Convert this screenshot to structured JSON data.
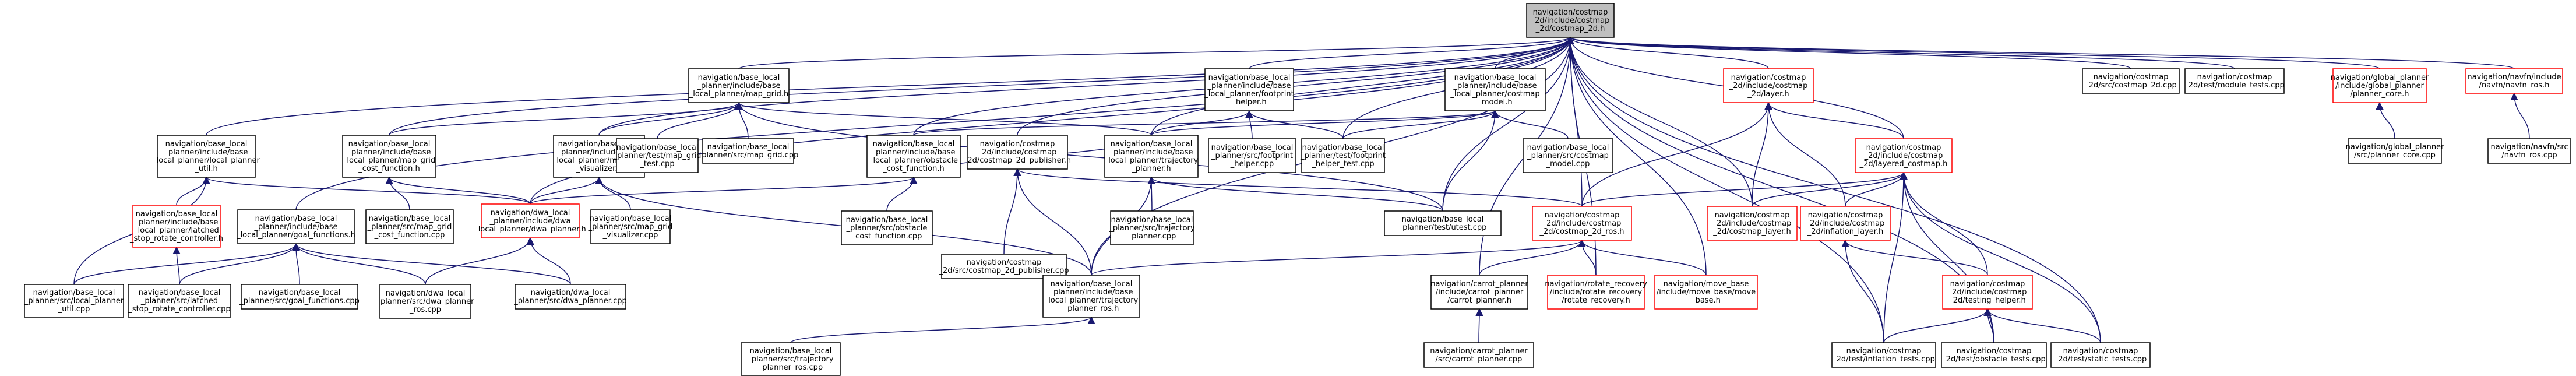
{
  "colors": {
    "node_fill": "#ffffff",
    "node_border_black": "#000000",
    "node_border_red": "#ff0000",
    "root_fill": "#bfbfbf",
    "edge": "#191970"
  },
  "nodes": [
    {
      "id": "root",
      "lines": [
        "navigation/costmap",
        "_2d/include/costmap",
        "_2d/costmap_2d.h"
      ],
      "style": "root"
    },
    {
      "id": "blp_util",
      "lines": [
        "navigation/base_local",
        "_planner/include/base",
        "_local_planner/local_planner",
        "_util.h"
      ],
      "style": "black"
    },
    {
      "id": "latched",
      "lines": [
        "navigation/base_local",
        "_planner/include/base",
        "_local_planner/latched",
        "_stop_rotate_controller.h"
      ],
      "style": "red"
    },
    {
      "id": "lp_util_cpp",
      "lines": [
        "navigation/base_local",
        "_planner/src/local_planner",
        "_util.cpp"
      ],
      "style": "black"
    },
    {
      "id": "latched_cpp",
      "lines": [
        "navigation/base_local",
        "_planner/src/latched",
        "_stop_rotate_controller.cpp"
      ],
      "style": "black"
    },
    {
      "id": "goal_h",
      "lines": [
        "navigation/base_local",
        "_planner/include/base",
        "_local_planner/goal_functions.h"
      ],
      "style": "black"
    },
    {
      "id": "goal_cpp",
      "lines": [
        "navigation/base_local",
        "_planner/src/goal_functions.cpp"
      ],
      "style": "black"
    },
    {
      "id": "mapgrid_h",
      "lines": [
        "navigation/base_local",
        "_planner/include/base",
        "_local_planner/map_grid.h"
      ],
      "style": "black"
    },
    {
      "id": "mapgridcost_h",
      "lines": [
        "navigation/base_local",
        "_planner/include/base",
        "_local_planner/map_grid",
        "_cost_function.h"
      ],
      "style": "black"
    },
    {
      "id": "mapgridcost_cpp",
      "lines": [
        "navigation/base_local",
        "_planner/src/map_grid",
        "_cost_function.cpp"
      ],
      "style": "black"
    },
    {
      "id": "mapgridvis_h",
      "lines": [
        "navigation/base_local",
        "_planner/include/base",
        "_local_planner/map_grid",
        "_visualizer.h"
      ],
      "style": "black"
    },
    {
      "id": "dwa_h",
      "lines": [
        "navigation/dwa_local",
        "_planner/include/dwa",
        "_local_planner/dwa_planner.h"
      ],
      "style": "red"
    },
    {
      "id": "dwa_ros_cpp",
      "lines": [
        "navigation/dwa_local",
        "_planner/src/dwa_planner",
        "_ros.cpp"
      ],
      "style": "black"
    },
    {
      "id": "dwa_cpp",
      "lines": [
        "navigation/dwa_local",
        "_planner/src/dwa_planner.cpp"
      ],
      "style": "black"
    },
    {
      "id": "mg_test",
      "lines": [
        "navigation/base_local",
        "_planner/test/map_grid",
        "_test.cpp"
      ],
      "style": "black"
    },
    {
      "id": "mg_cpp",
      "lines": [
        "navigation/base_local",
        "_planner/src/map_grid.cpp"
      ],
      "style": "black"
    },
    {
      "id": "mgv_cpp",
      "lines": [
        "navigation/base_local",
        "_planner/src/map_grid",
        "_visualizer.cpp"
      ],
      "style": "black"
    },
    {
      "id": "fp_h",
      "lines": [
        "navigation/base_local",
        "_planner/include/base",
        "_local_planner/footprint",
        "_helper.h"
      ],
      "style": "black"
    },
    {
      "id": "obst_h",
      "lines": [
        "navigation/base_local",
        "_planner/include/base",
        "_local_planner/obstacle",
        "_cost_function.h"
      ],
      "style": "black"
    },
    {
      "id": "obst_cpp",
      "lines": [
        "navigation/base_local",
        "_planner/src/obstacle",
        "_cost_function.cpp"
      ],
      "style": "black"
    },
    {
      "id": "pub_h",
      "lines": [
        "navigation/costmap",
        "_2d/include/costmap",
        "_2d/costmap_2d_publisher.h"
      ],
      "style": "black"
    },
    {
      "id": "pub_cpp",
      "lines": [
        "navigation/costmap",
        "_2d/src/costmap_2d_publisher.cpp"
      ],
      "style": "black"
    },
    {
      "id": "tp_h",
      "lines": [
        "navigation/base_local",
        "_planner/include/base",
        "_local_planner/trajectory",
        "_planner.h"
      ],
      "style": "black"
    },
    {
      "id": "tp_cpp",
      "lines": [
        "navigation/base_local",
        "_planner/src/trajectory",
        "_planner.cpp"
      ],
      "style": "black"
    },
    {
      "id": "tpros_h",
      "lines": [
        "navigation/base_local",
        "_planner/include/base",
        "_local_planner/trajectory",
        "_planner_ros.h"
      ],
      "style": "black"
    },
    {
      "id": "tpros_cpp",
      "lines": [
        "navigation/base_local",
        "_planner/src/trajectory",
        "_planner_ros.cpp"
      ],
      "style": "black"
    },
    {
      "id": "fp_cpp",
      "lines": [
        "navigation/base_local",
        "_planner/src/footprint",
        "_helper.cpp"
      ],
      "style": "black"
    },
    {
      "id": "fp_test",
      "lines": [
        "navigation/base_local",
        "_planner/test/footprint",
        "_helper_test.cpp"
      ],
      "style": "black"
    },
    {
      "id": "cm_model_h",
      "lines": [
        "navigation/base_local",
        "_planner/include/base",
        "_local_planner/costmap",
        "_model.h"
      ],
      "style": "black"
    },
    {
      "id": "cm_model_cpp",
      "lines": [
        "navigation/base_local",
        "_planner/src/costmap",
        "_model.cpp"
      ],
      "style": "black"
    },
    {
      "id": "utest",
      "lines": [
        "navigation/base_local",
        "_planner/test/utest.cpp"
      ],
      "style": "black"
    },
    {
      "id": "layer_h",
      "lines": [
        "navigation/costmap",
        "_2d/include/costmap",
        "_2d/layer.h"
      ],
      "style": "red"
    },
    {
      "id": "lcm_h",
      "lines": [
        "navigation/costmap",
        "_2d/include/costmap",
        "_2d/layered_costmap.h"
      ],
      "style": "red"
    },
    {
      "id": "cmros_h",
      "lines": [
        "navigation/costmap",
        "_2d/include/costmap",
        "_2d/costmap_2d_ros.h"
      ],
      "style": "red"
    },
    {
      "id": "cmlayer_h",
      "lines": [
        "navigation/costmap",
        "_2d/include/costmap",
        "_2d/costmap_layer.h"
      ],
      "style": "red"
    },
    {
      "id": "infl_h",
      "lines": [
        "navigation/costmap",
        "_2d/include/costmap",
        "_2d/inflation_layer.h"
      ],
      "style": "red"
    },
    {
      "id": "testhelp_h",
      "lines": [
        "navigation/costmap",
        "_2d/include/costmap",
        "_2d/testing_helper.h"
      ],
      "style": "red"
    },
    {
      "id": "carrot_h",
      "lines": [
        "navigation/carrot_planner",
        "/include/carrot_planner",
        "/carrot_planner.h"
      ],
      "style": "black"
    },
    {
      "id": "carrot_cpp",
      "lines": [
        "navigation/carrot_planner",
        "/src/carrot_planner.cpp"
      ],
      "style": "black"
    },
    {
      "id": "rr_h",
      "lines": [
        "navigation/rotate_recovery",
        "/include/rotate_recovery",
        "/rotate_recovery.h"
      ],
      "style": "red"
    },
    {
      "id": "mb_h",
      "lines": [
        "navigation/move_base",
        "/include/move_base/move",
        "_base.h"
      ],
      "style": "red"
    },
    {
      "id": "infl_tests",
      "lines": [
        "navigation/costmap",
        "_2d/test/inflation_tests.cpp"
      ],
      "style": "black"
    },
    {
      "id": "obst_tests",
      "lines": [
        "navigation/costmap",
        "_2d/test/obstacle_tests.cpp"
      ],
      "style": "black"
    },
    {
      "id": "static_tests",
      "lines": [
        "navigation/costmap",
        "_2d/test/static_tests.cpp"
      ],
      "style": "black"
    },
    {
      "id": "cm2d_cpp",
      "lines": [
        "navigation/costmap",
        "_2d/src/costmap_2d.cpp"
      ],
      "style": "black"
    },
    {
      "id": "module_tests",
      "lines": [
        "navigation/costmap",
        "_2d/test/module_tests.cpp"
      ],
      "style": "black"
    },
    {
      "id": "gp_core_h",
      "lines": [
        "navigation/global_planner",
        "/include/global_planner",
        "/planner_core.h"
      ],
      "style": "red"
    },
    {
      "id": "gp_core_cpp",
      "lines": [
        "navigation/global_planner",
        "/src/planner_core.cpp"
      ],
      "style": "black"
    },
    {
      "id": "navfn_h",
      "lines": [
        "navigation/navfn/include",
        "/navfn/navfn_ros.h"
      ],
      "style": "red"
    },
    {
      "id": "navfn_cpp",
      "lines": [
        "navigation/navfn/src",
        "/navfn_ros.cpp"
      ],
      "style": "black"
    }
  ],
  "edges": [
    [
      "blp_util",
      "root"
    ],
    [
      "mapgrid_h",
      "root"
    ],
    [
      "obst_h",
      "root"
    ],
    [
      "pub_h",
      "root"
    ],
    [
      "tp_h",
      "root"
    ],
    [
      "fp_h",
      "root"
    ],
    [
      "cm_model_h",
      "root"
    ],
    [
      "cmros_h",
      "root"
    ],
    [
      "layer_h",
      "root"
    ],
    [
      "lcm_h",
      "root"
    ],
    [
      "cm2d_cpp",
      "root"
    ],
    [
      "module_tests",
      "root"
    ],
    [
      "gp_core_h",
      "root"
    ],
    [
      "navfn_h",
      "root"
    ],
    [
      "goal_h",
      "root"
    ],
    [
      "mapgridcost_h",
      "root"
    ],
    [
      "mapgridvis_h",
      "root"
    ],
    [
      "dwa_h",
      "root"
    ],
    [
      "tpros_h",
      "root"
    ],
    [
      "utest",
      "root"
    ],
    [
      "carrot_h",
      "root"
    ],
    [
      "rr_h",
      "root"
    ],
    [
      "mb_h",
      "root"
    ],
    [
      "infl_tests",
      "root"
    ],
    [
      "obst_tests",
      "root"
    ],
    [
      "static_tests",
      "root"
    ],
    [
      "fp_test",
      "root"
    ],
    [
      "cmlayer_h",
      "root"
    ],
    [
      "latched",
      "blp_util"
    ],
    [
      "lp_util_cpp",
      "blp_util"
    ],
    [
      "dwa_h",
      "blp_util"
    ],
    [
      "latched_cpp",
      "latched"
    ],
    [
      "lp_util_cpp",
      "goal_h"
    ],
    [
      "latched_cpp",
      "goal_h"
    ],
    [
      "goal_cpp",
      "goal_h"
    ],
    [
      "dwa_ros_cpp",
      "goal_h"
    ],
    [
      "dwa_cpp",
      "goal_h"
    ],
    [
      "mapgridcost_h",
      "mapgrid_h"
    ],
    [
      "mapgridvis_h",
      "mapgrid_h"
    ],
    [
      "mg_test",
      "mapgrid_h"
    ],
    [
      "mg_cpp",
      "mapgrid_h"
    ],
    [
      "tp_h",
      "mapgrid_h"
    ],
    [
      "utest",
      "mapgrid_h"
    ],
    [
      "mapgridcost_cpp",
      "mapgridcost_h"
    ],
    [
      "dwa_h",
      "mapgridcost_h"
    ],
    [
      "dwa_h",
      "mapgridvis_h"
    ],
    [
      "mgv_cpp",
      "mapgridvis_h"
    ],
    [
      "tpros_h",
      "mapgridvis_h"
    ],
    [
      "dwa_ros_cpp",
      "dwa_h"
    ],
    [
      "dwa_cpp",
      "dwa_h"
    ],
    [
      "obst_cpp",
      "obst_h"
    ],
    [
      "dwa_h",
      "obst_h"
    ],
    [
      "tp_h",
      "obst_h"
    ],
    [
      "pub_cpp",
      "pub_h"
    ],
    [
      "tpros_h",
      "pub_h"
    ],
    [
      "cmros_h",
      "pub_h"
    ],
    [
      "tp_cpp",
      "tp_h"
    ],
    [
      "tpros_h",
      "tp_h"
    ],
    [
      "utest",
      "tp_h"
    ],
    [
      "tpros_cpp",
      "tpros_h"
    ],
    [
      "fp_cpp",
      "fp_h"
    ],
    [
      "fp_test",
      "fp_h"
    ],
    [
      "tp_h",
      "fp_h"
    ],
    [
      "cm_model_cpp",
      "cm_model_h"
    ],
    [
      "obst_h",
      "cm_model_h"
    ],
    [
      "tp_h",
      "cm_model_h"
    ],
    [
      "fp_test",
      "cm_model_h"
    ],
    [
      "utest",
      "cm_model_h"
    ],
    [
      "cmros_h",
      "layer_h"
    ],
    [
      "lcm_h",
      "layer_h"
    ],
    [
      "cmlayer_h",
      "layer_h"
    ],
    [
      "infl_h",
      "layer_h"
    ],
    [
      "cmros_h",
      "lcm_h"
    ],
    [
      "cmlayer_h",
      "lcm_h"
    ],
    [
      "infl_h",
      "lcm_h"
    ],
    [
      "testhelp_h",
      "lcm_h"
    ],
    [
      "infl_tests",
      "lcm_h"
    ],
    [
      "obst_tests",
      "lcm_h"
    ],
    [
      "static_tests",
      "lcm_h"
    ],
    [
      "carrot_h",
      "cmros_h"
    ],
    [
      "rr_h",
      "cmros_h"
    ],
    [
      "mb_h",
      "cmros_h"
    ],
    [
      "tpros_h",
      "cmros_h"
    ],
    [
      "carrot_cpp",
      "carrot_h"
    ],
    [
      "testhelp_h",
      "infl_h"
    ],
    [
      "infl_tests",
      "infl_h"
    ],
    [
      "infl_tests",
      "testhelp_h"
    ],
    [
      "obst_tests",
      "testhelp_h"
    ],
    [
      "static_tests",
      "testhelp_h"
    ],
    [
      "gp_core_cpp",
      "gp_core_h"
    ],
    [
      "navfn_cpp",
      "navfn_h"
    ]
  ]
}
